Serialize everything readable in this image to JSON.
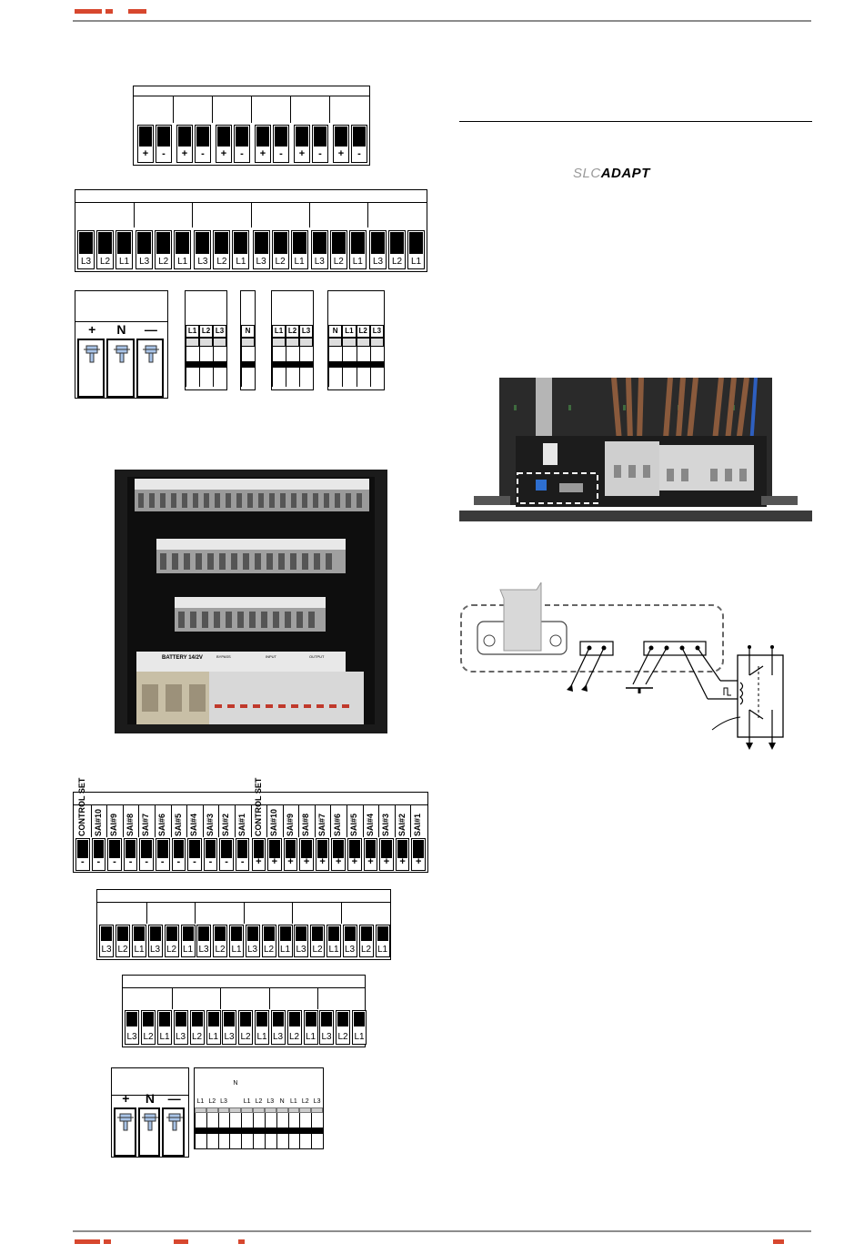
{
  "header": {
    "accent": "#d7472e",
    "rule": "#8c8c8c"
  },
  "logo": {
    "text_light": "SLC",
    "text_bold": "ADAPT"
  },
  "signs": {
    "plus": "+",
    "minus": "-",
    "dash": "—",
    "N": "N"
  },
  "phases3": [
    "L3",
    "L2",
    "L1"
  ],
  "phases_a": [
    "L1",
    "L2",
    "L3"
  ],
  "phases_n": [
    "N",
    "L1",
    "L2",
    "L3"
  ],
  "sai_labels": [
    "CONTROL SET",
    "SAI#10",
    "SAI#9",
    "SAI#8",
    "SAI#7",
    "SAI#6",
    "SAI#5",
    "SAI#4",
    "SAI#3",
    "SAI#2",
    "SAI#1",
    "CONTROL SET",
    "SAI#10",
    "SAI#9",
    "SAI#8",
    "SAI#7",
    "SAI#6",
    "SAI#5",
    "SAI#4",
    "SAI#3",
    "SAI#2",
    "SAI#1"
  ],
  "photo_left": {
    "battery_label": "BATTERY 14/2V",
    "bypass_label": "BYPASS",
    "input_label": "INPUT",
    "output_label": "OUTPUT"
  }
}
